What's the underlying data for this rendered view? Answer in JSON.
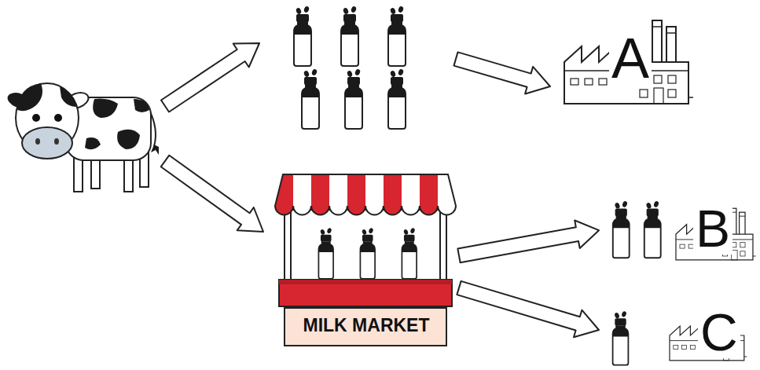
{
  "diagram": {
    "nodes": [
      {
        "text": [
          "A"
        ]
      },
      {
        "text": [
          "MILK MARKET"
        ]
      },
      {
        "text": [
          "B"
        ]
      },
      {
        "text": [
          "C"
        ]
      }
    ],
    "edges": [
      {
        "from": 1,
        "to": 2,
        "arrow": "to"
      },
      {
        "from": 1,
        "to": 3,
        "arrow": "to"
      }
    ]
  }
}
